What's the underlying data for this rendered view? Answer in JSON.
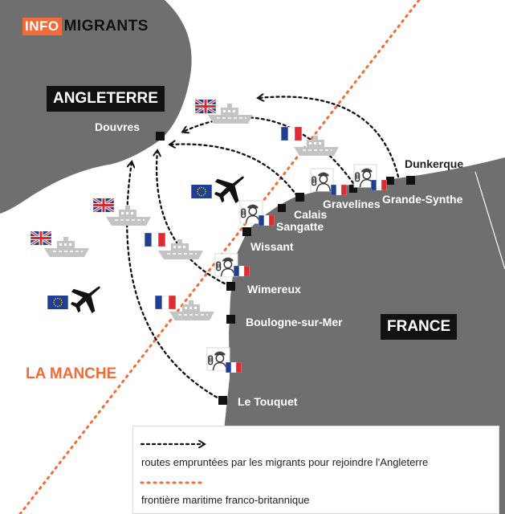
{
  "logo": {
    "part1": "INFO",
    "part2": "MIGRANTS"
  },
  "countries": {
    "england": "ANGLETERRE",
    "france": "FRANCE"
  },
  "sea": "LA MANCHE",
  "cities": {
    "dover": "Douvres",
    "dunkerque": "Dunkerque",
    "grande_synthe": "Grande-Synthe",
    "gravelines": "Gravelines",
    "calais": "Calais",
    "sangatte": "Sangatte",
    "wissant": "Wissant",
    "wimereux": "Wimereux",
    "boulogne": "Boulogne-sur-Mer",
    "le_touquet": "Le Touquet"
  },
  "legend": {
    "routes": "routes empruntées par les migrants pour rejoindre l'Angleterre",
    "border": "frontière maritime franco-britannique"
  },
  "icons": {
    "patrol_boat": "patrol-boat-icon",
    "airplane": "airplane-icon",
    "police_officer": "police-officer-icon",
    "uk_flag": "uk-flag-icon",
    "france_flag": "france-flag-icon",
    "eu_flag": "eu-flag-icon"
  },
  "colors": {
    "land": "#6f6f6f",
    "sea": "#ffffff",
    "border_line": "#f26b38",
    "route_line": "#111111",
    "accent": "#f26b38"
  }
}
